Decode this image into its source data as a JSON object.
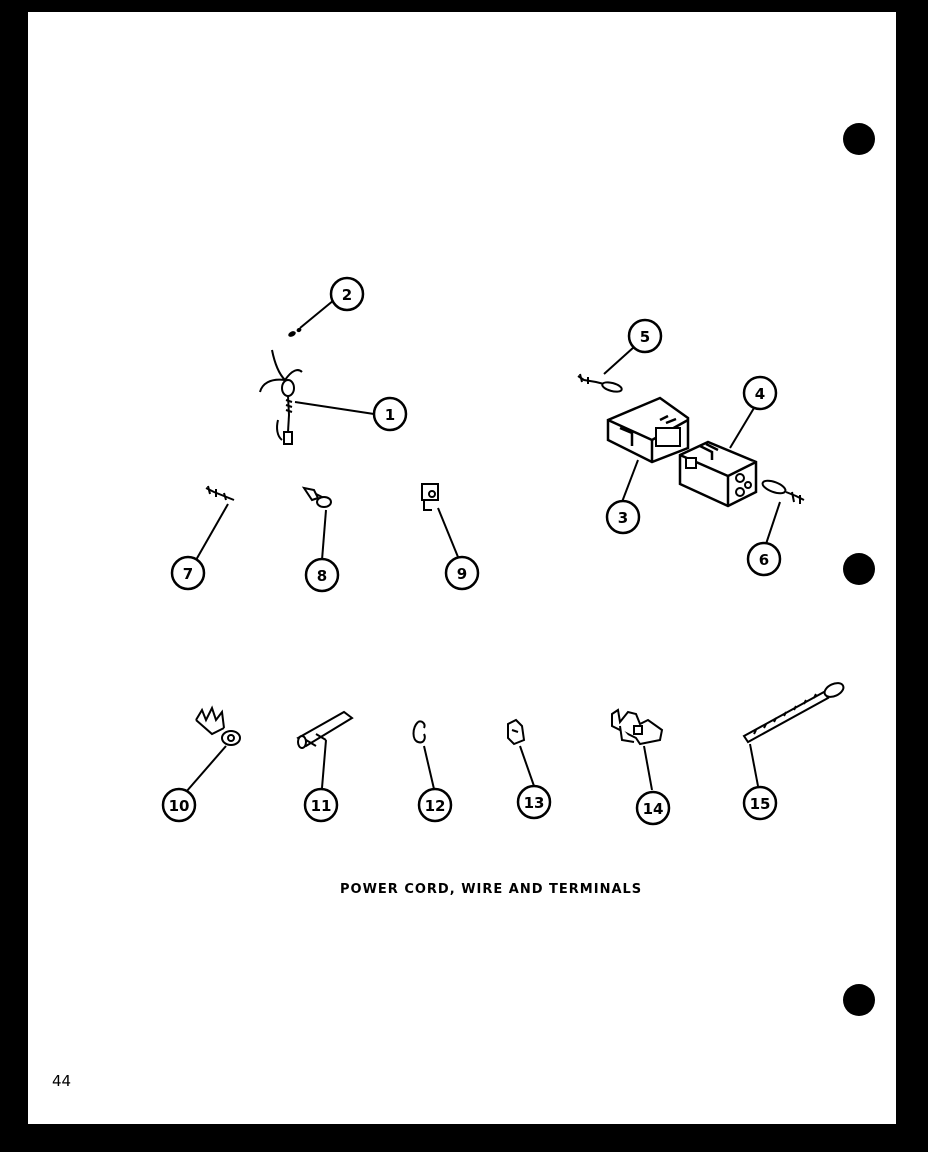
{
  "diagram": {
    "title": "POWER CORD, WIRE AND TERMINALS",
    "page_number": "44",
    "callouts": [
      "1",
      "2",
      "3",
      "4",
      "5",
      "6",
      "7",
      "8",
      "9",
      "10",
      "11",
      "12",
      "13",
      "14",
      "15"
    ]
  },
  "colors": {
    "ink": "#000000",
    "paper": "#ffffff"
  }
}
